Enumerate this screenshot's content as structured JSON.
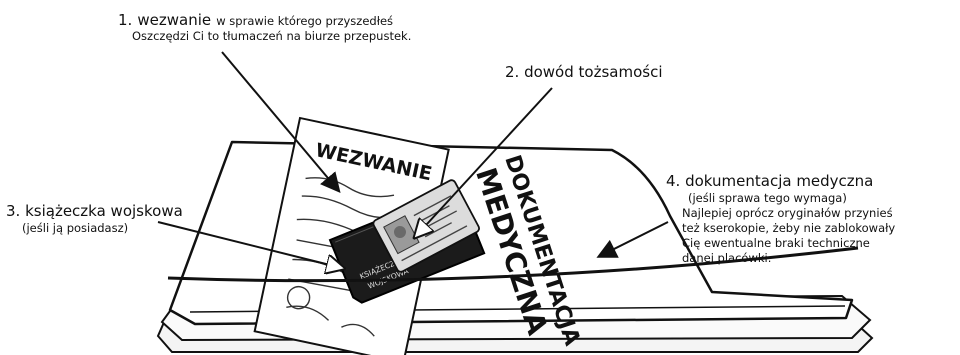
{
  "labels": {
    "summons": {
      "number": "1.",
      "title": "wezwanie",
      "rest": "w sprawie którego przyszedłeś",
      "line2": "Oszczędzi Ci to tłumaczeń na biurze przepustek."
    },
    "id_card": {
      "number": "2.",
      "title": "dowód tożsamości"
    },
    "military_book": {
      "number": "3.",
      "title": "książeczka wojskowa",
      "note": "(jeśli ją posiadasz)"
    },
    "medical_docs": {
      "number": "4.",
      "title": "dokumentacja medyczna",
      "note": "(jeśli sprawa tego wymaga)",
      "lines": [
        "Najlepiej oprócz oryginałów przynieś",
        "też kserokopie, żeby nie zablokowały",
        "Cię ewentualne braki techniczne",
        "danej placówki."
      ]
    }
  },
  "drawing_text": {
    "summons_heading": "WEZWANIE",
    "folder_line1": "DOKUMENTACJA",
    "folder_line2": "MEDYCZNA",
    "booklet_line1": "KSIĄŻECZKA",
    "booklet_line2": "WOJSKOWA"
  }
}
